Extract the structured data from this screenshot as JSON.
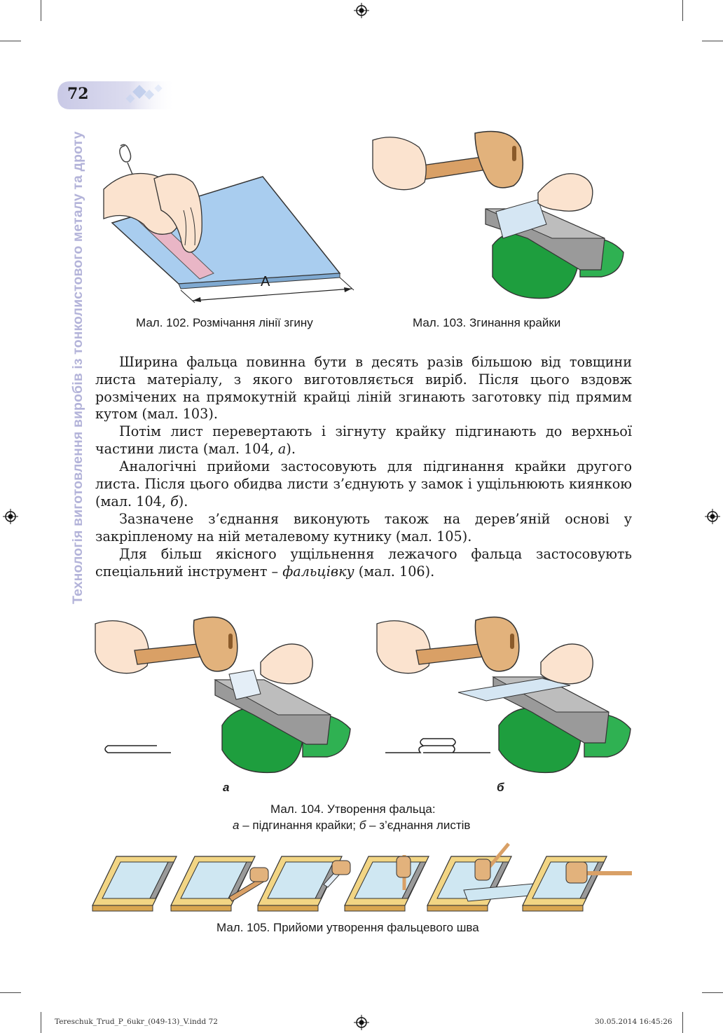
{
  "page": {
    "number": "72",
    "running_head": "Технологія виготовлення виробів із тонколистового металу та дроту"
  },
  "figures": {
    "fig102": {
      "caption": "Мал. 102. Розмічання лінії згину",
      "label_a": "А"
    },
    "fig103": {
      "caption": "Мал. 103. Згинання крайки"
    },
    "fig104": {
      "caption_line1": "Мал. 104. Утворення фальца:",
      "caption_line2_a": "а",
      "caption_line2_text1": " – підгинання крайки; ",
      "caption_line2_b": "б",
      "caption_line2_text2": " – з’єднання листів",
      "sub_a": "а",
      "sub_b": "б"
    },
    "fig105": {
      "caption": "Мал. 105. Прийоми утворення фальцевого шва"
    }
  },
  "body": {
    "p1": "Ширина фальца повинна бути в десять разів більшою від товщини листа матеріалу, з якого виготовляється виріб. Після цього вздовж розмічених на прямокутній крайці ліній згинають заготовку під прямим кутом (мал. 103).",
    "p2_text": "Потім лист перевертають і зігнуту крайку підгинають до верхньої частини листа (мал. 104, ",
    "p2_em": "а",
    "p2_end": ").",
    "p3_text": "Аналогічні прийоми застосовують для підгинання крайки другого листа. Після цього обидва листи з’єднують у замок і ущільнюють киянкою (мал. 104, ",
    "p3_em": "б",
    "p3_end": ").",
    "p4": "Зазначене з’єднання виконують також на дерев’яній основі у закріпленому на ній металевому кутнику (мал. 105).",
    "p5_text": "Для більш якісного ущільнення лежачого фальца застосовують спеціальний інструмент – ",
    "p5_em": "фальцівку",
    "p5_end": " (мал. 106)."
  },
  "footer": {
    "file": "Tereschuk_Trud_P_6ukr_(049-13)_V.indd 72",
    "timestamp": "30.05.2014 16:45:26"
  },
  "colors": {
    "running_head": "#b3b3d9",
    "sheet_blue": "#a9cdef",
    "green": "#1e9e3e",
    "wood": "#d9a066",
    "skin": "#fbe3cf",
    "metal": "#9a9a9a"
  }
}
